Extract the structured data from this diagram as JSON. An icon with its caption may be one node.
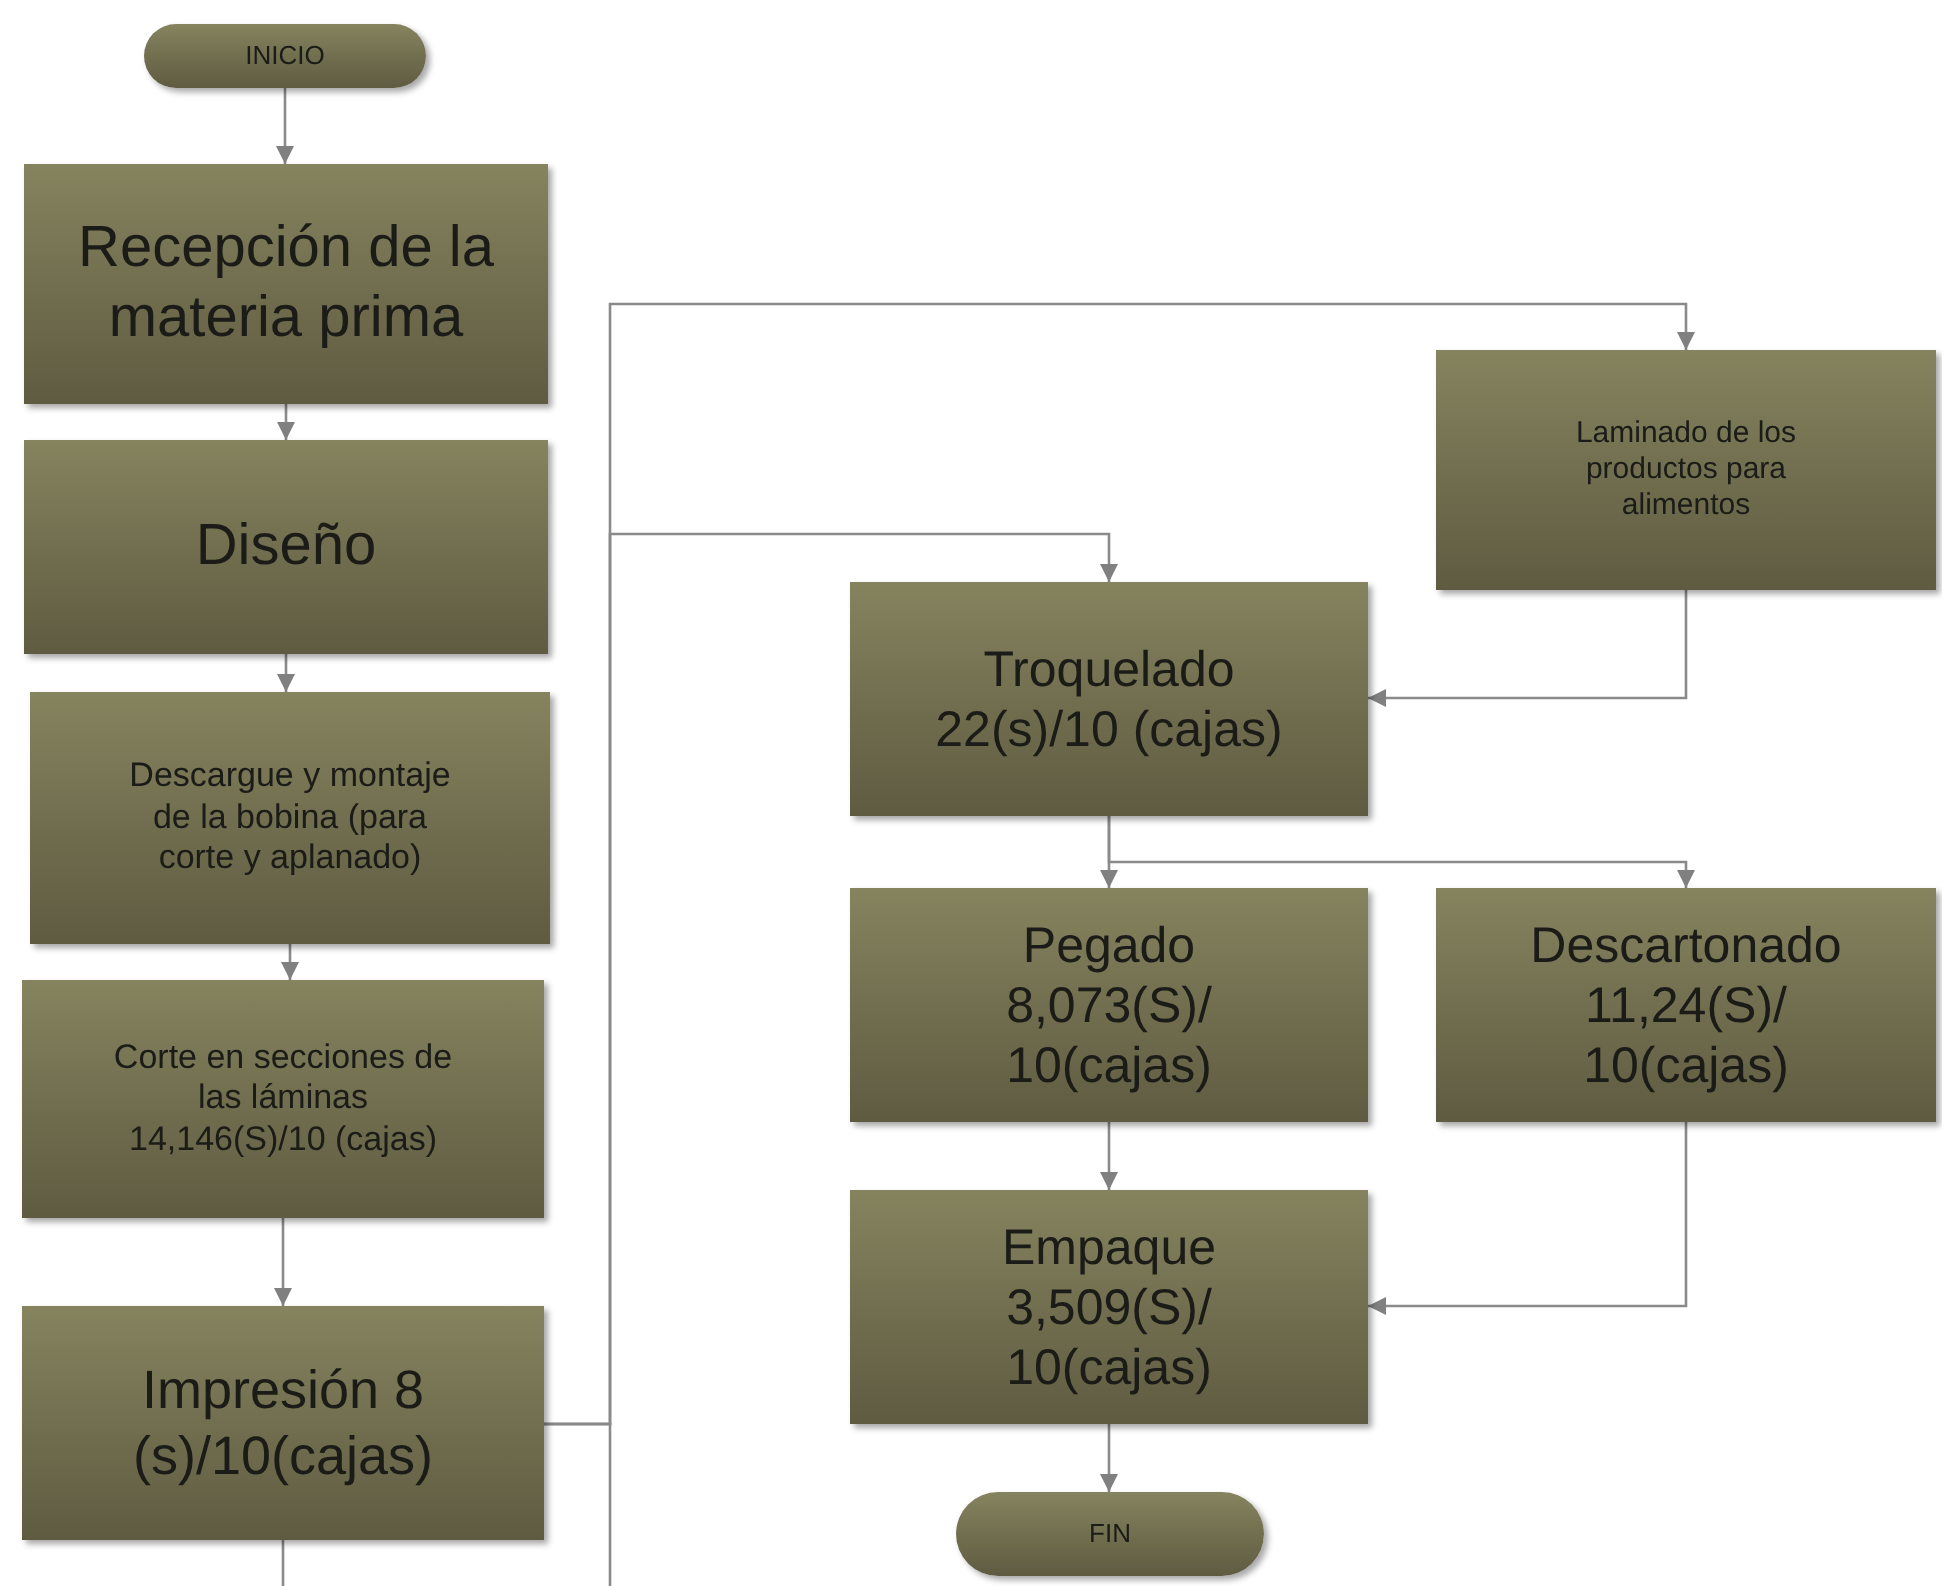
{
  "diagram": {
    "nodes": [
      {
        "text": [
          "INICIO"
        ]
      },
      {
        "text": [
          "Recepción de la materia prima"
        ]
      },
      {
        "text": [
          "Diseño"
        ]
      },
      {
        "text": [
          "Descargue y montaje de la bobina (para corte y aplanado)"
        ]
      },
      {
        "text": [
          "Corte en secciones de las láminas 14,146(S)/10 (cajas)"
        ]
      },
      {
        "text": [
          "Impresión 8 (s)/10(cajas)"
        ]
      },
      {
        "text": [
          "Laminado de los productos para alimentos"
        ]
      },
      {
        "text": [
          "Troquelado 22(s)/10 (cajas)"
        ]
      },
      {
        "text": [
          "Pegado 8,073(S)/ 10(cajas)"
        ]
      },
      {
        "text": [
          "Descartonado 11,24(S)/ 10(cajas)"
        ]
      },
      {
        "text": [
          "Empaque 3,509(S)/ 10(cajas)"
        ]
      },
      {
        "text": [
          "FIN"
        ]
      }
    ],
    "edges": [
      {
        "from": 0,
        "to": 1,
        "arrow": "to"
      },
      {
        "from": 1,
        "to": 2,
        "arrow": "to"
      },
      {
        "from": 2,
        "to": 3,
        "arrow": "to"
      },
      {
        "from": 3,
        "to": 4,
        "arrow": "to"
      },
      {
        "from": 4,
        "to": 5,
        "arrow": "to"
      },
      {
        "from": 5,
        "to": 6,
        "arrow": "to"
      },
      {
        "from": 5,
        "to": 7,
        "arrow": "to"
      },
      {
        "from": 5,
        "to": null,
        "arrow": "none"
      },
      {
        "from": 5,
        "to": null,
        "arrow": "none"
      },
      {
        "from": 6,
        "to": 7,
        "arrow": "to"
      },
      {
        "from": 7,
        "to": 8,
        "arrow": "to"
      },
      {
        "from": 7,
        "to": 9,
        "arrow": "to"
      },
      {
        "from": 8,
        "to": 10,
        "arrow": "to"
      },
      {
        "from": 9,
        "to": 10,
        "arrow": "to"
      },
      {
        "from": 10,
        "to": 11,
        "arrow": "to"
      }
    ]
  }
}
